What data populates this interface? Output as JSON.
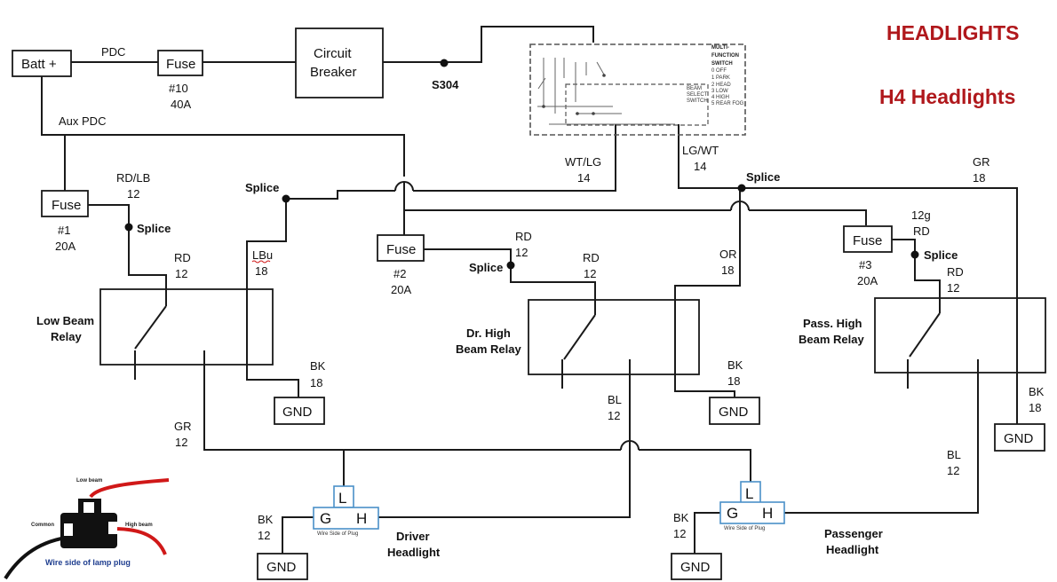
{
  "colors": {
    "title": "#b0181c",
    "plug_box": "#4a90c8",
    "wire": "#1a1a1a",
    "wire_red": "#d01818"
  },
  "titles": {
    "main": "HEADLIGHTS",
    "sub": "H4 Headlights"
  },
  "battery": {
    "label": "Batt +"
  },
  "pdc_label": "PDC",
  "aux_pdc_label": "Aux PDC",
  "fuse10": {
    "label": "Fuse",
    "number": "#10",
    "amps": "40A"
  },
  "breaker": {
    "line1": "Circuit",
    "line2": "Breaker"
  },
  "s304_label": "S304",
  "mfs": {
    "title_lines": [
      "MULTI-",
      "FUNCTION",
      "SWITCH"
    ],
    "positions": [
      "0 OFF",
      "1 PARK",
      "2 HEAD",
      "3 LOW",
      "4 HIGH",
      "5 REAR FOG"
    ],
    "beam_lines": [
      "BEAM",
      "SELECT",
      "SWITCH"
    ]
  },
  "wires": {
    "wt_lg": {
      "color": "WT/LG",
      "gauge": "14"
    },
    "lg_wt": {
      "color": "LG/WT",
      "gauge": "14"
    },
    "gr_top": {
      "color": "GR",
      "gauge": "18"
    },
    "rd_lb": {
      "color": "RD/LB",
      "gauge": "12"
    },
    "lbu": {
      "color": "LBu",
      "gauge": "18"
    },
    "low_rd": {
      "color": "RD",
      "gauge": "12"
    },
    "dr_rd_top": {
      "color": "RD",
      "gauge": "12"
    },
    "dr_rd_relay": {
      "color": "RD",
      "gauge": "12"
    },
    "or": {
      "color": "OR",
      "gauge": "18"
    },
    "pass_rd_top": {
      "color": "RD",
      "gauge": "12g"
    },
    "pass_rd_relay": {
      "color": "RD",
      "gauge": "12"
    },
    "bk_low": {
      "color": "BK",
      "gauge": "18"
    },
    "bk_dr": {
      "color": "BK",
      "gauge": "18"
    },
    "bk_pass": {
      "color": "BK",
      "gauge": "18"
    },
    "gr_low": {
      "color": "GR",
      "gauge": "12"
    },
    "bl_dr": {
      "color": "BL",
      "gauge": "12"
    },
    "bl_pass": {
      "color": "BL",
      "gauge": "12"
    },
    "bk_dhl": {
      "color": "BK",
      "gauge": "12"
    },
    "bk_phl": {
      "color": "BK",
      "gauge": "12"
    }
  },
  "splice_label": "Splice",
  "fuse1": {
    "label": "Fuse",
    "number": "#1",
    "amps": "20A"
  },
  "fuse2": {
    "label": "Fuse",
    "number": "#2",
    "amps": "20A"
  },
  "fuse3": {
    "label": "Fuse",
    "number": "#3",
    "amps": "20A"
  },
  "relays": {
    "low": {
      "line1": "Low Beam",
      "line2": "Relay"
    },
    "dr_high": {
      "line1": "Dr. High",
      "line2": "Beam Relay"
    },
    "pass_high": {
      "line1": "Pass. High",
      "line2": "Beam Relay"
    }
  },
  "gnd_label": "GND",
  "plug": {
    "l": "L",
    "g": "G",
    "h": "H",
    "caption": "Wire Side of Plug"
  },
  "driver_headlight": {
    "line1": "Driver",
    "line2": "Headlight"
  },
  "passenger_headlight": {
    "line1": "Passenger",
    "line2": "Headlight"
  },
  "lamp_photo": {
    "low": "Low beam",
    "common": "Common",
    "high": "High beam",
    "caption": "Wire side of lamp plug"
  }
}
